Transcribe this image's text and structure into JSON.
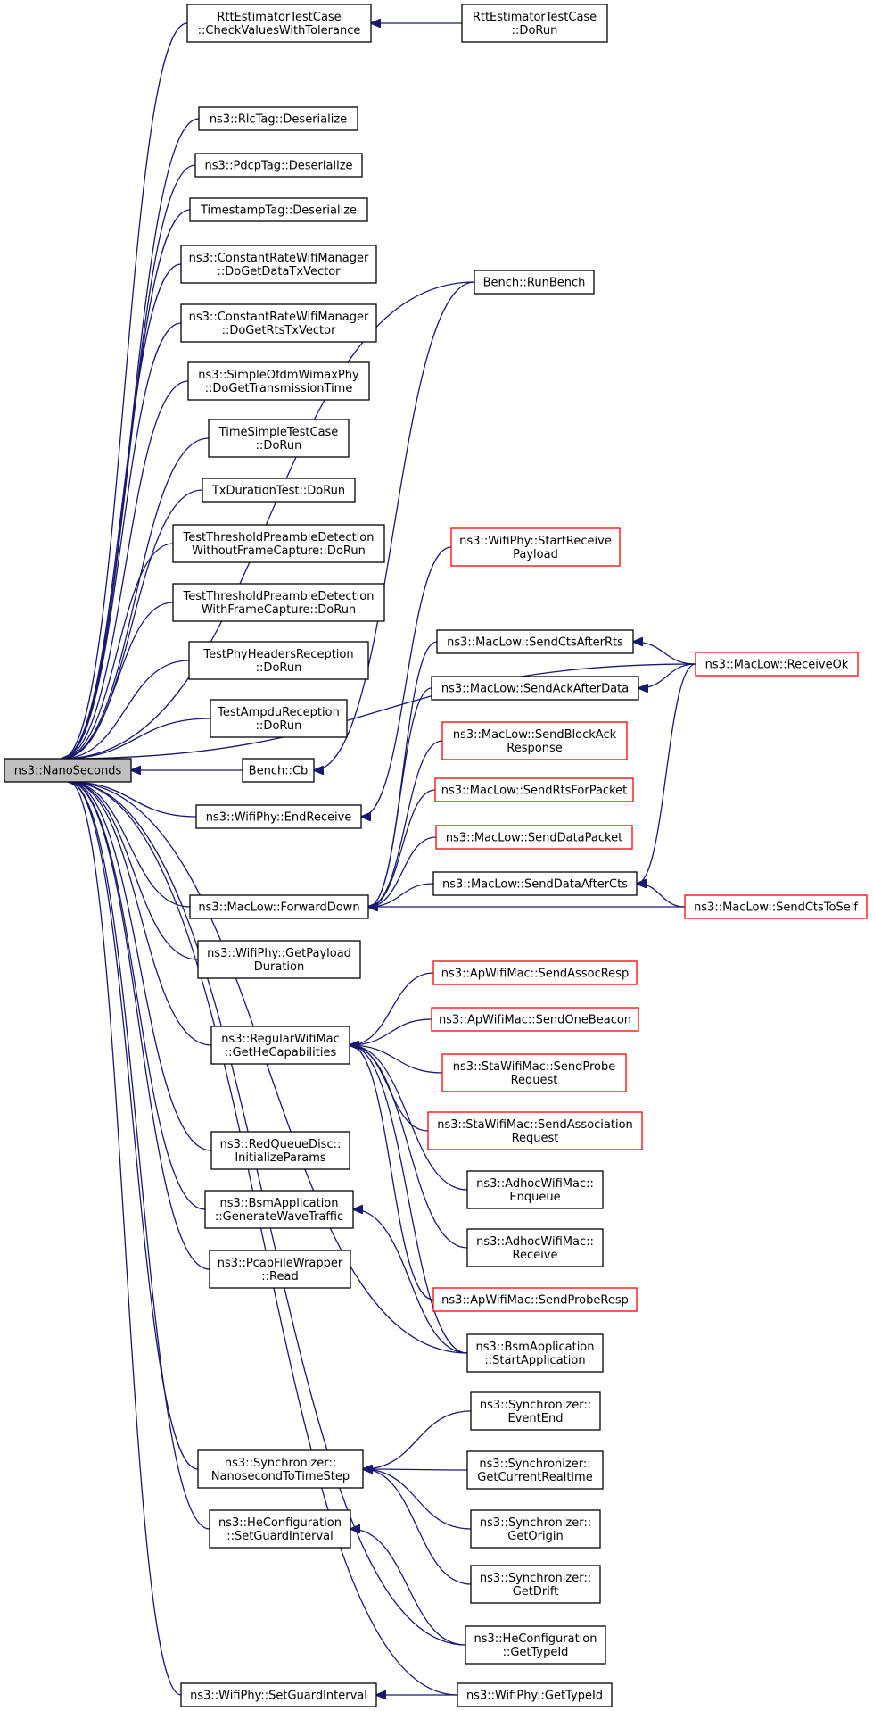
{
  "colors": {
    "edge": "#191970",
    "black_border": "#000000",
    "red_border": "#ff0000",
    "root_fill": "#bfbfbf"
  },
  "nodes": {
    "root": {
      "lines": [
        "ns3::NanoSeconds"
      ],
      "style": "root"
    },
    "rtt_check": {
      "lines": [
        "RttEstimatorTestCase",
        "::CheckValuesWithTolerance"
      ],
      "style": "black"
    },
    "rtt_dorun": {
      "lines": [
        "RttEstimatorTestCase",
        "::DoRun"
      ],
      "style": "black"
    },
    "rlctag": {
      "lines": [
        "ns3::RlcTag::Deserialize"
      ],
      "style": "black"
    },
    "pdcptag": {
      "lines": [
        "ns3::PdcpTag::Deserialize"
      ],
      "style": "black"
    },
    "timestamptag": {
      "lines": [
        "TimestampTag::Deserialize"
      ],
      "style": "black"
    },
    "crwm_data": {
      "lines": [
        "ns3::ConstantRateWifiManager",
        "::DoGetDataTxVector"
      ],
      "style": "black"
    },
    "crwm_rts": {
      "lines": [
        "ns3::ConstantRateWifiManager",
        "::DoGetRtsTxVector"
      ],
      "style": "black"
    },
    "simple_ofdm": {
      "lines": [
        "ns3::SimpleOfdmWimaxPhy",
        "::DoGetTransmissionTime"
      ],
      "style": "black"
    },
    "bench_runbench": {
      "lines": [
        "Bench::RunBench"
      ],
      "style": "black"
    },
    "time_simple": {
      "lines": [
        "TimeSimpleTestCase",
        "::DoRun"
      ],
      "style": "black"
    },
    "txduration": {
      "lines": [
        "TxDurationTest::DoRun"
      ],
      "style": "black"
    },
    "ttpd_without": {
      "lines": [
        "TestThresholdPreambleDetection",
        "WithoutFrameCapture::DoRun"
      ],
      "style": "black"
    },
    "wifiphy_startreceive": {
      "lines": [
        "ns3::WifiPhy::StartReceive",
        "Payload"
      ],
      "style": "red"
    },
    "ttpd_with": {
      "lines": [
        "TestThresholdPreambleDetection",
        "WithFrameCapture::DoRun"
      ],
      "style": "black"
    },
    "maclow_sendctsafterrts": {
      "lines": [
        "ns3::MacLow::SendCtsAfterRts"
      ],
      "style": "black"
    },
    "maclow_receiveok": {
      "lines": [
        "ns3::MacLow::ReceiveOk"
      ],
      "style": "red"
    },
    "test_phy_headers": {
      "lines": [
        "TestPhyHeadersReception",
        "::DoRun"
      ],
      "style": "black"
    },
    "maclow_sendackafterdata": {
      "lines": [
        "ns3::MacLow::SendAckAfterData"
      ],
      "style": "black"
    },
    "test_ampdu": {
      "lines": [
        "TestAmpduReception",
        "::DoRun"
      ],
      "style": "black"
    },
    "maclow_sendblockack": {
      "lines": [
        "ns3::MacLow::SendBlockAck",
        "Response"
      ],
      "style": "red"
    },
    "bench_cb": {
      "lines": [
        "Bench::Cb"
      ],
      "style": "black"
    },
    "wifiphy_endreceive": {
      "lines": [
        "ns3::WifiPhy::EndReceive"
      ],
      "style": "black"
    },
    "maclow_sendrtsforpacket": {
      "lines": [
        "ns3::MacLow::SendRtsForPacket"
      ],
      "style": "red"
    },
    "maclow_senddatapacket": {
      "lines": [
        "ns3::MacLow::SendDataPacket"
      ],
      "style": "red"
    },
    "maclow_senddataaftercts": {
      "lines": [
        "ns3::MacLow::SendDataAfterCts"
      ],
      "style": "black"
    },
    "maclow_forwarddown": {
      "lines": [
        "ns3::MacLow::ForwardDown"
      ],
      "style": "black"
    },
    "maclow_sendctstoself": {
      "lines": [
        "ns3::MacLow::SendCtsToSelf"
      ],
      "style": "red"
    },
    "wifiphy_getpayload": {
      "lines": [
        "ns3::WifiPhy::GetPayload",
        "Duration"
      ],
      "style": "black"
    },
    "apwifimac_sendassocresp": {
      "lines": [
        "ns3::ApWifiMac::SendAssocResp"
      ],
      "style": "red"
    },
    "regularwifimac_gethe": {
      "lines": [
        "ns3::RegularWifiMac",
        "::GetHeCapabilities"
      ],
      "style": "black"
    },
    "apwifimac_sendonebeacon": {
      "lines": [
        "ns3::ApWifiMac::SendOneBeacon"
      ],
      "style": "red"
    },
    "stawifimac_sendprobe": {
      "lines": [
        "ns3::StaWifiMac::SendProbe",
        "Request"
      ],
      "style": "red"
    },
    "stawifimac_sendassoc": {
      "lines": [
        "ns3::StaWifiMac::SendAssociation",
        "Request"
      ],
      "style": "red"
    },
    "redqueuedisc": {
      "lines": [
        "ns3::RedQueueDisc::",
        "InitializeParams"
      ],
      "style": "black"
    },
    "adhoc_enqueue": {
      "lines": [
        "ns3::AdhocWifiMac::",
        "Enqueue"
      ],
      "style": "black"
    },
    "bsm_generate": {
      "lines": [
        "ns3::BsmApplication",
        "::GenerateWaveTraffic"
      ],
      "style": "black"
    },
    "adhoc_receive": {
      "lines": [
        "ns3::AdhocWifiMac::",
        "Receive"
      ],
      "style": "black"
    },
    "pcap_read": {
      "lines": [
        "ns3::PcapFileWrapper",
        "::Read"
      ],
      "style": "black"
    },
    "apwifimac_sendproberesp": {
      "lines": [
        "ns3::ApWifiMac::SendProbeResp"
      ],
      "style": "red"
    },
    "bsm_start": {
      "lines": [
        "ns3::BsmApplication",
        "::StartApplication"
      ],
      "style": "black"
    },
    "sync_eventend": {
      "lines": [
        "ns3::Synchronizer::",
        "EventEnd"
      ],
      "style": "black"
    },
    "sync_nanotostep": {
      "lines": [
        "ns3::Synchronizer::",
        "NanosecondToTimeStep"
      ],
      "style": "black"
    },
    "sync_getcurrent": {
      "lines": [
        "ns3::Synchronizer::",
        "GetCurrentRealtime"
      ],
      "style": "black"
    },
    "heconfig_setguard": {
      "lines": [
        "ns3::HeConfiguration",
        "::SetGuardInterval"
      ],
      "style": "black"
    },
    "sync_getorigin": {
      "lines": [
        "ns3::Synchronizer::",
        "GetOrigin"
      ],
      "style": "black"
    },
    "sync_getdrift": {
      "lines": [
        "ns3::Synchronizer::",
        "GetDrift"
      ],
      "style": "black"
    },
    "heconfig_gettypeid": {
      "lines": [
        "ns3::HeConfiguration",
        "::GetTypeId"
      ],
      "style": "black"
    },
    "wifiphy_setguard": {
      "lines": [
        "ns3::WifiPhy::SetGuardInterval"
      ],
      "style": "black"
    },
    "wifiphy_gettypeid": {
      "lines": [
        "ns3::WifiPhy::GetTypeId"
      ],
      "style": "black"
    }
  },
  "edges": [
    [
      "rtt_check",
      "root"
    ],
    [
      "rlctag",
      "root"
    ],
    [
      "pdcptag",
      "root"
    ],
    [
      "timestamptag",
      "root"
    ],
    [
      "crwm_data",
      "root"
    ],
    [
      "crwm_rts",
      "root"
    ],
    [
      "simple_ofdm",
      "root"
    ],
    [
      "time_simple",
      "root"
    ],
    [
      "txduration",
      "root"
    ],
    [
      "ttpd_without",
      "root"
    ],
    [
      "ttpd_with",
      "root"
    ],
    [
      "test_phy_headers",
      "root"
    ],
    [
      "test_ampdu",
      "root"
    ],
    [
      "bench_cb",
      "root"
    ],
    [
      "wifiphy_endreceive",
      "root"
    ],
    [
      "maclow_forwarddown",
      "root"
    ],
    [
      "wifiphy_getpayload",
      "root"
    ],
    [
      "regularwifimac_gethe",
      "root"
    ],
    [
      "redqueuedisc",
      "root"
    ],
    [
      "bsm_generate",
      "root"
    ],
    [
      "pcap_read",
      "root"
    ],
    [
      "sync_nanotostep",
      "root"
    ],
    [
      "heconfig_setguard",
      "root"
    ],
    [
      "wifiphy_setguard",
      "root"
    ],
    [
      "bench_runbench",
      "root"
    ],
    [
      "maclow_receiveok",
      "root"
    ],
    [
      "bsm_start",
      "root"
    ],
    [
      "heconfig_gettypeid",
      "root"
    ],
    [
      "wifiphy_gettypeid",
      "root"
    ],
    [
      "rtt_dorun",
      "rtt_check"
    ],
    [
      "bench_runbench",
      "bench_cb"
    ],
    [
      "wifiphy_startreceive",
      "wifiphy_endreceive"
    ],
    [
      "maclow_receiveok",
      "maclow_sendctsafterrts"
    ],
    [
      "maclow_receiveok",
      "maclow_sendackafterdata"
    ],
    [
      "maclow_receiveok",
      "maclow_senddataaftercts"
    ],
    [
      "maclow_sendctstoself",
      "maclow_senddataaftercts"
    ],
    [
      "maclow_sendctsafterrts",
      "maclow_forwarddown"
    ],
    [
      "maclow_sendackafterdata",
      "maclow_forwarddown"
    ],
    [
      "maclow_sendblockack",
      "maclow_forwarddown"
    ],
    [
      "maclow_sendrtsforpacket",
      "maclow_forwarddown"
    ],
    [
      "maclow_senddatapacket",
      "maclow_forwarddown"
    ],
    [
      "maclow_senddataaftercts",
      "maclow_forwarddown"
    ],
    [
      "maclow_sendctstoself",
      "maclow_forwarddown"
    ],
    [
      "apwifimac_sendassocresp",
      "regularwifimac_gethe"
    ],
    [
      "apwifimac_sendonebeacon",
      "regularwifimac_gethe"
    ],
    [
      "stawifimac_sendprobe",
      "regularwifimac_gethe"
    ],
    [
      "stawifimac_sendassoc",
      "regularwifimac_gethe"
    ],
    [
      "adhoc_enqueue",
      "regularwifimac_gethe"
    ],
    [
      "adhoc_receive",
      "regularwifimac_gethe"
    ],
    [
      "apwifimac_sendproberesp",
      "regularwifimac_gethe"
    ],
    [
      "bsm_start",
      "regularwifimac_gethe"
    ],
    [
      "bsm_start",
      "bsm_generate"
    ],
    [
      "sync_eventend",
      "sync_nanotostep"
    ],
    [
      "sync_getcurrent",
      "sync_nanotostep"
    ],
    [
      "sync_getorigin",
      "sync_nanotostep"
    ],
    [
      "sync_getdrift",
      "sync_nanotostep"
    ],
    [
      "heconfig_gettypeid",
      "heconfig_setguard"
    ],
    [
      "wifiphy_gettypeid",
      "wifiphy_setguard"
    ]
  ]
}
